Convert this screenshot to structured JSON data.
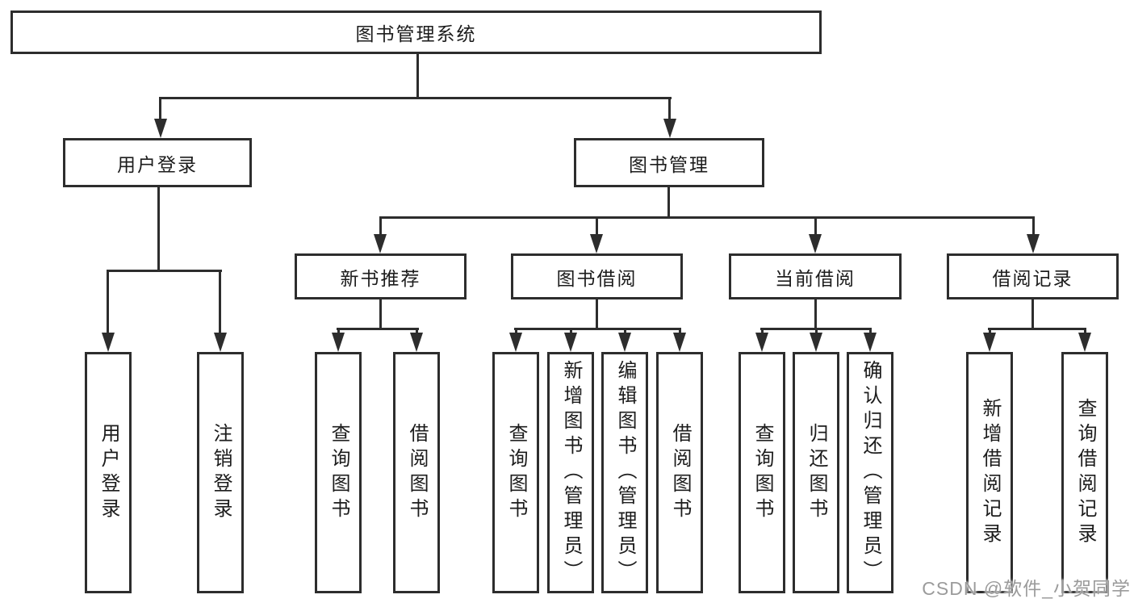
{
  "diagram": {
    "root": {
      "label": "图书管理系统"
    },
    "branches": [
      {
        "label": "用户登录",
        "children": [
          {
            "label": "用户登录"
          },
          {
            "label": "注销登录"
          }
        ]
      },
      {
        "label": "图书管理",
        "children": [
          {
            "label": "新书推荐",
            "children": [
              {
                "label": "查询图书"
              },
              {
                "label": "借阅图书"
              }
            ]
          },
          {
            "label": "图书借阅",
            "children": [
              {
                "label": "查询图书"
              },
              {
                "label": "新增图书（管理员）"
              },
              {
                "label": "编辑图书（管理员）"
              },
              {
                "label": "借阅图书"
              }
            ]
          },
          {
            "label": "当前借阅",
            "children": [
              {
                "label": "查询图书"
              },
              {
                "label": "归还图书"
              },
              {
                "label": "确认归还（管理员）"
              }
            ]
          },
          {
            "label": "借阅记录",
            "children": [
              {
                "label": "新增借阅记录"
              },
              {
                "label": "查询借阅记录"
              }
            ]
          }
        ]
      }
    ]
  },
  "watermark": {
    "text": "CSDN @软件_小贺同学",
    "color": "#9b9b9b"
  },
  "colors": {
    "line": "#2d2d2d",
    "text": "#1c1c1c",
    "box_background": "#ffffff",
    "page_background": "#ffffff"
  }
}
